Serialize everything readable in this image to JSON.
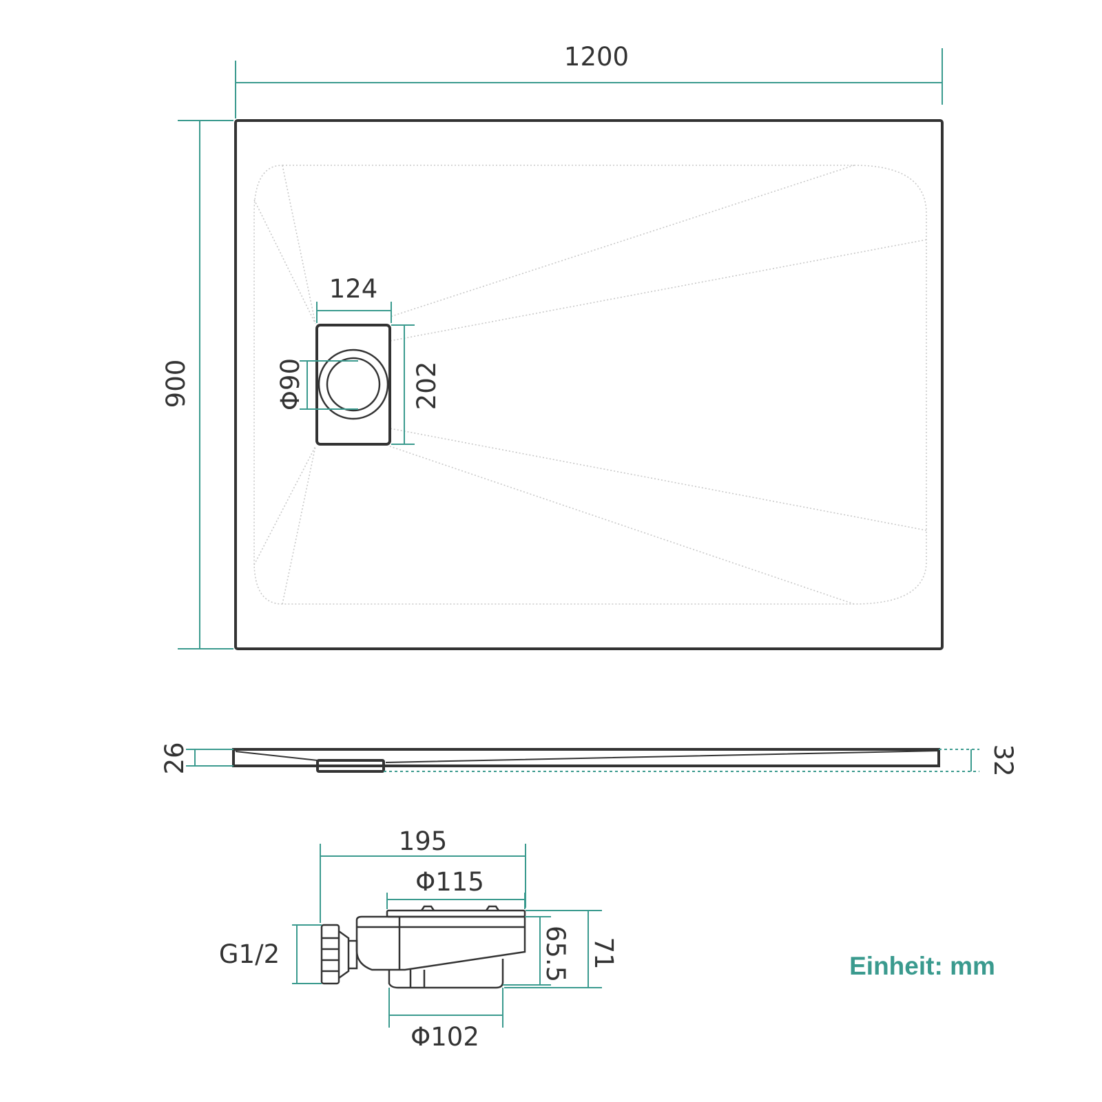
{
  "labels": {
    "total_width": "1200",
    "total_depth": "900",
    "drain_cover_width": "124",
    "drain_cover_height": "202",
    "drain_hole_diameter": "Φ90",
    "edge_height": "26",
    "total_height": "32",
    "waste_length": "195",
    "waste_top_diameter": "Φ115",
    "waste_bottom_diameter": "Φ102",
    "waste_thread": "G1/2",
    "waste_body_height": "65.5",
    "waste_total_height": "71",
    "unit_note": "Einheit: mm"
  },
  "colors": {
    "dimension_line": "#3a9a8e",
    "outline": "#333333",
    "slope_line": "#c8c8c8",
    "unit_text": "#3a9a8e"
  }
}
